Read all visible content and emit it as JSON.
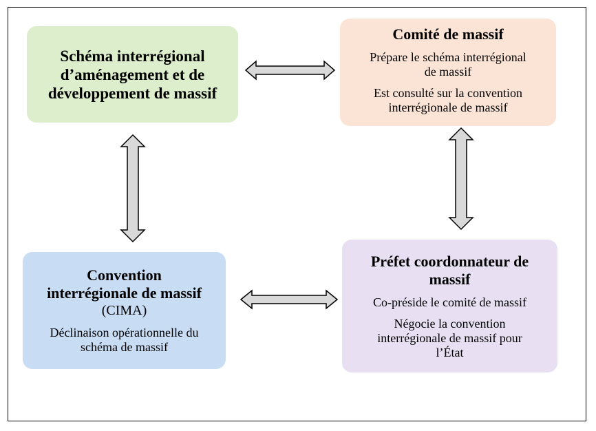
{
  "colors": {
    "schema_bg": "#dceecb",
    "comite_bg": "#fbe4d6",
    "cima_bg": "#c8dcf4",
    "prefet_bg": "#e8e0f2",
    "arrow_fill": "#d9d9d9",
    "arrow_stroke": "#000000"
  },
  "schema": {
    "title_line1": "Schéma interrégional",
    "title_line2": "d’aménagement et de",
    "title_line3": "développement de massif"
  },
  "comite": {
    "title": "Comité de massif",
    "line1": "Prépare le schéma interrégional",
    "line2": "de massif",
    "line3": "Est consulté sur la convention",
    "line4": "interrégionale de massif"
  },
  "cima": {
    "title_line1": "Convention",
    "title_line2": "interrégionale de massif",
    "abbr": "(CIMA)",
    "line1": "Déclinaison opérationnelle du",
    "line2": "schéma  de massif"
  },
  "prefet": {
    "title_line1": "Préfet coordonnateur de",
    "title_line2": "massif",
    "line1": "Co-préside le comité de massif",
    "line2": "Négocie la convention",
    "line3": "interrégionale de massif pour",
    "line4": "l’État"
  },
  "arrows": {
    "schema_comite": "double-arrow-horizontal",
    "comite_prefet": "double-arrow-vertical",
    "schema_cima": "double-arrow-vertical",
    "cima_prefet": "double-arrow-horizontal"
  }
}
